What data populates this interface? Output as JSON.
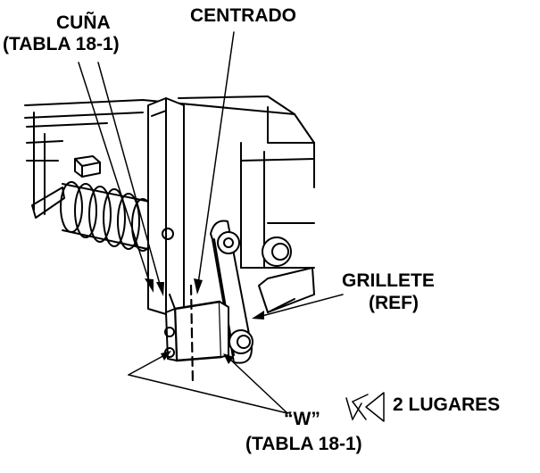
{
  "labels": {
    "cuna": "CUÑA",
    "cuna_ref": "(TABLA 18-1)",
    "centrado": "CENTRADO",
    "grillete": "GRILLETE",
    "grillete_ref": "(REF)",
    "w": "“W”",
    "w_ref": "(TABLA 18-1)",
    "lugares": "2 LUGARES"
  }
}
